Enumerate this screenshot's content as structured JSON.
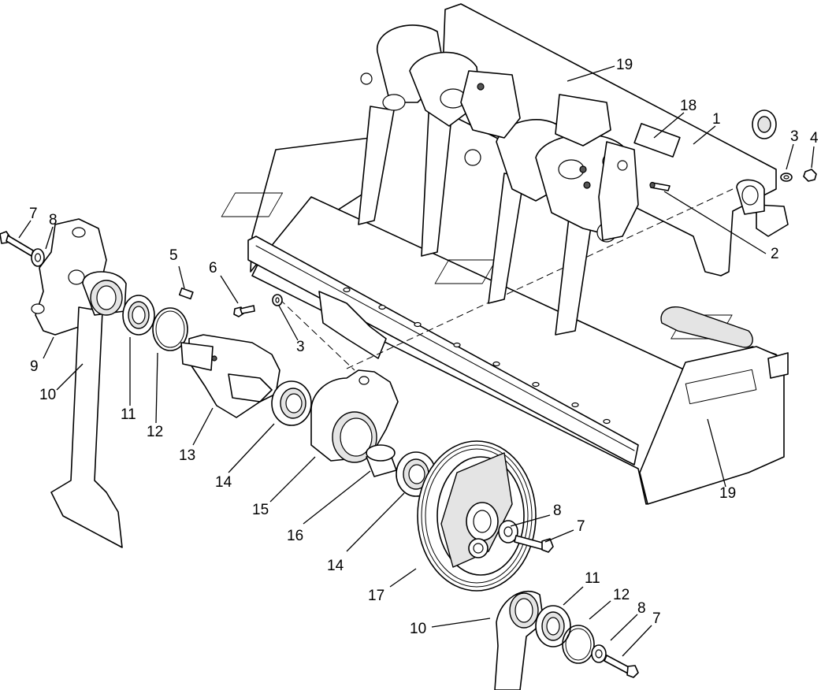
{
  "callouts": [
    {
      "label": "1"
    },
    {
      "label": "2"
    },
    {
      "label": "3"
    },
    {
      "label": "3"
    },
    {
      "label": "4"
    },
    {
      "label": "5"
    },
    {
      "label": "6"
    },
    {
      "label": "7"
    },
    {
      "label": "7"
    },
    {
      "label": "7"
    },
    {
      "label": "8"
    },
    {
      "label": "8"
    },
    {
      "label": "8"
    },
    {
      "label": "9"
    },
    {
      "label": "10"
    },
    {
      "label": "10"
    },
    {
      "label": "11"
    },
    {
      "label": "11"
    },
    {
      "label": "12"
    },
    {
      "label": "12"
    },
    {
      "label": "13"
    },
    {
      "label": "14"
    },
    {
      "label": "14"
    },
    {
      "label": "15"
    },
    {
      "label": "16"
    },
    {
      "label": "17"
    },
    {
      "label": "18"
    },
    {
      "label": "19"
    },
    {
      "label": "19"
    }
  ]
}
